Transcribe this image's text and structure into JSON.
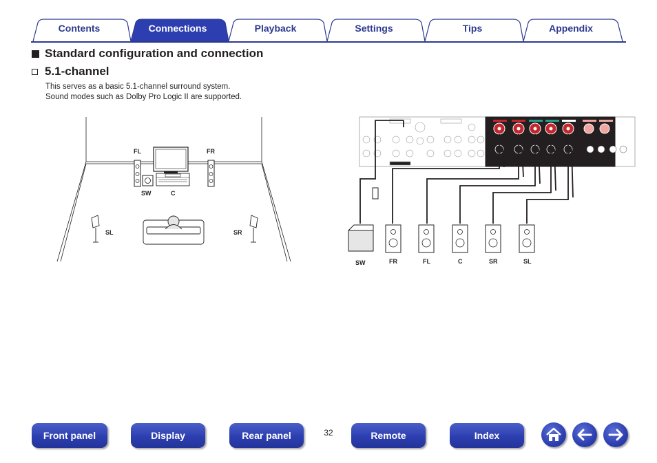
{
  "tabs": [
    {
      "label": "Contents",
      "active": false
    },
    {
      "label": "Connections",
      "active": true
    },
    {
      "label": "Playback",
      "active": false
    },
    {
      "label": "Settings",
      "active": false
    },
    {
      "label": "Tips",
      "active": false
    },
    {
      "label": "Appendix",
      "active": false
    }
  ],
  "section": {
    "title": "Standard configuration and connection",
    "subtitle": "5.1-channel",
    "text_line1": "This serves as a basic 5.1-channel surround system.",
    "text_line2": "Sound modes such as Dolby Pro Logic II are supported."
  },
  "room_diagram": {
    "fl": "FL",
    "fr": "FR",
    "sw": "SW",
    "c": "C",
    "sl": "SL",
    "sr": "SR"
  },
  "wiring_diagram": {
    "speakers": [
      "SW",
      "FR",
      "FL",
      "C",
      "SR",
      "SL"
    ]
  },
  "colors": {
    "accent": "#2b3990",
    "button_blue": "#2d3fb0",
    "terminal_red": "#c1272d",
    "terminal_green": "#2a9d8f"
  },
  "footer": {
    "front_panel": "Front panel",
    "display": "Display",
    "rear_panel": "Rear panel",
    "page_number": "32",
    "remote": "Remote",
    "index": "Index"
  },
  "icons": {
    "home": "home-icon",
    "back": "arrow-left-icon",
    "forward": "arrow-right-icon"
  }
}
